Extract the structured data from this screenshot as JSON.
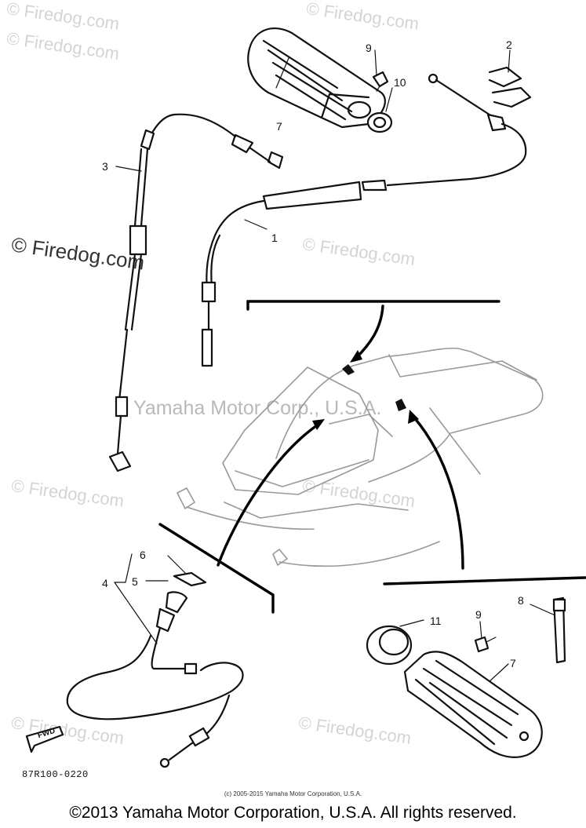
{
  "watermarks": {
    "site": "© Firedog.com",
    "center": "Yamaha Motor Corp., U.S.A."
  },
  "callouts": {
    "c1": "1",
    "c2": "2",
    "c3": "3",
    "c4": "4",
    "c5": "5",
    "c6": "6",
    "c7_top": "7",
    "c7_bottom": "7",
    "c8": "8",
    "c9_top": "9",
    "c9_bottom": "9",
    "c10": "10",
    "c11": "11"
  },
  "fwd_label": "FWD",
  "part_code": "87R100-0220",
  "small_copyright": "(c) 2005-2015 Yamaha Motor Corporation, U.S.A.",
  "copyright": "©2013 Yamaha Motor Corporation, U.S.A. All rights reserved.",
  "colors": {
    "line": "#111111",
    "watermark": "#d4d4d4",
    "background": "#ffffff"
  }
}
